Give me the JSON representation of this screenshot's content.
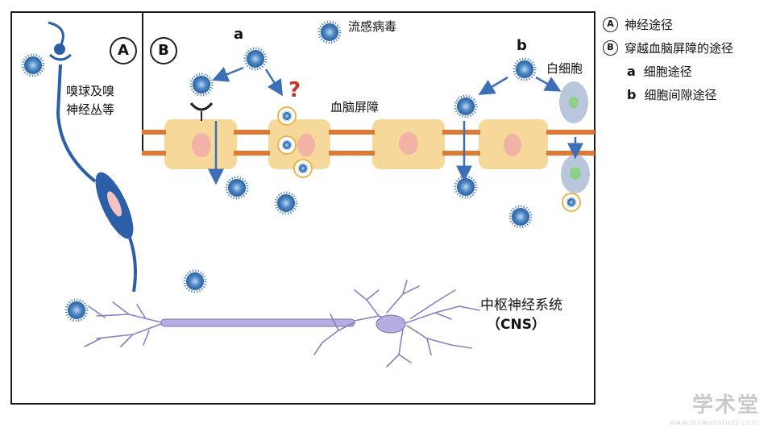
{
  "labels": {
    "panel_a": "A",
    "panel_b": "B",
    "olfactory": [
      "嗅球及嗅",
      "神经丛等"
    ],
    "route_a": "a",
    "route_b": "b",
    "influenza": "流感病毒",
    "bbb": "血脑屏障",
    "leukocyte": "白细胞",
    "question": "?",
    "cns": [
      "中枢神经系统",
      "（CNS）"
    ]
  },
  "legend": [
    {
      "marker": "A",
      "text": "神经途径"
    },
    {
      "marker": "B",
      "text": "穿越血脑屏障的途径"
    },
    {
      "marker": "a",
      "text": "细胞途径"
    },
    {
      "marker": "b",
      "text": "细胞间隙途径"
    }
  ],
  "watermark": {
    "main": "学术堂",
    "sub": "www.lunwenstudy.com"
  },
  "colors": {
    "virus": "#4a86c5",
    "cell": "#f6d89a",
    "nucleus": "#f2b3a6",
    "junction": "#e07a33",
    "arrow": "#3d6fb8",
    "neuron": "#8a7fc0",
    "leukocyte": "#b9c7dc",
    "question": "#c0392b"
  }
}
